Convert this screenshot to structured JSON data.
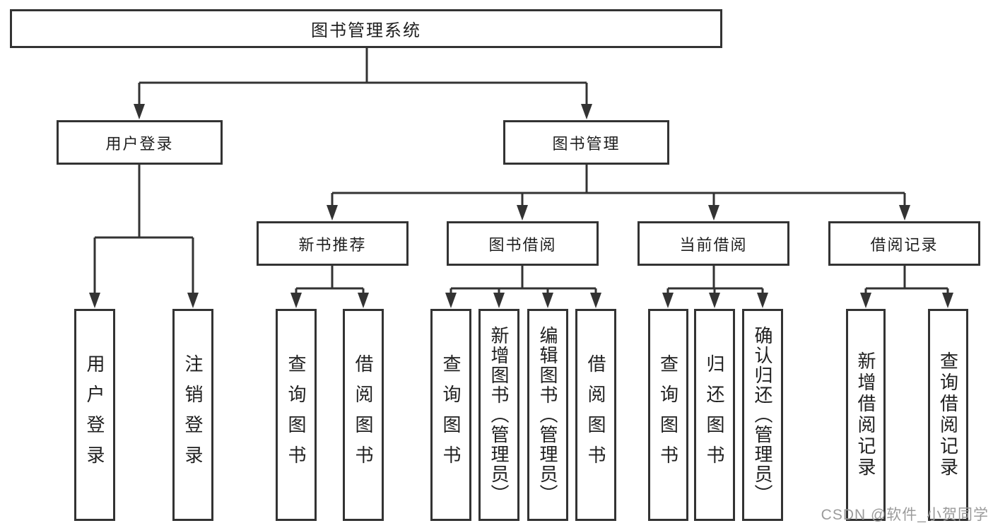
{
  "diagram": {
    "tree": {
      "label": "图书管理系统",
      "children": [
        {
          "label": "用户登录",
          "children": [
            {
              "label": "用户登录"
            },
            {
              "label": "注销登录"
            }
          ]
        },
        {
          "label": "图书管理",
          "children": [
            {
              "label": "新书推荐",
              "children": [
                {
                  "label": "查询图书"
                },
                {
                  "label": "借阅图书"
                }
              ]
            },
            {
              "label": "图书借阅",
              "children": [
                {
                  "label": "查询图书"
                },
                {
                  "label": "新增图书（管理员）"
                },
                {
                  "label": "编辑图书（管理员）"
                },
                {
                  "label": "借阅图书"
                }
              ]
            },
            {
              "label": "当前借阅",
              "children": [
                {
                  "label": "查询图书"
                },
                {
                  "label": "归还图书"
                },
                {
                  "label": "确认归还（管理员）"
                }
              ]
            },
            {
              "label": "借阅记录",
              "children": [
                {
                  "label": "新增借阅记录"
                },
                {
                  "label": "查询借阅记录"
                }
              ]
            }
          ]
        }
      ]
    }
  },
  "watermark": "CSDN @软件_小贺同学",
  "colors": {
    "line": "#333333",
    "box_border": "#333333",
    "text": "#1f1f1f",
    "watermark": "#9b9b9b",
    "background": "#ffffff"
  }
}
